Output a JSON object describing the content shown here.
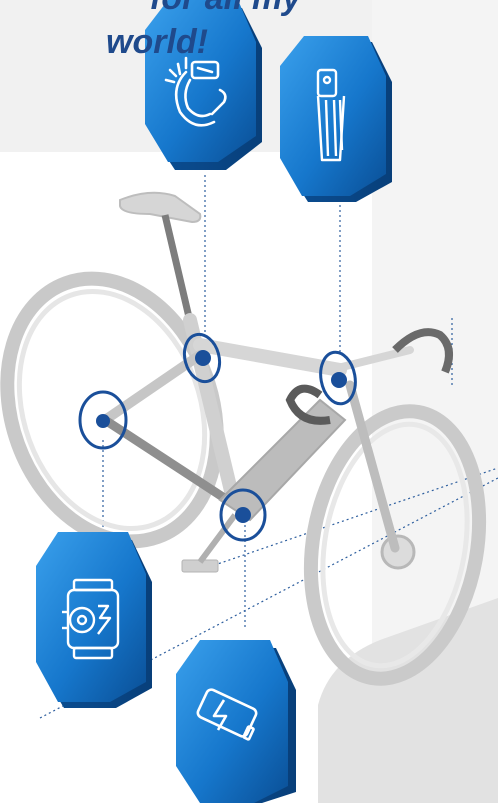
{
  "headline": {
    "line1": "for all my",
    "line2": "world!"
  },
  "colors": {
    "background": "#ffffff",
    "headline_text": "#1f4a8c",
    "panel": "#f1f1f1",
    "hex_dark": "#0d5ca8",
    "hex_light": "#2f8fe0",
    "marker_ring": "#1a4f9a",
    "frame": "#d4d4d4",
    "frame_dark": "#8d8d8d",
    "floor": "#e3e3e3"
  },
  "icons": [
    {
      "name": "frame-lock-icon"
    },
    {
      "name": "folding-lock-icon"
    },
    {
      "name": "hub-motor-icon"
    },
    {
      "name": "battery-icon"
    }
  ],
  "markers": [
    {
      "name": "seat-tube-marker"
    },
    {
      "name": "head-tube-marker"
    },
    {
      "name": "rear-hub-marker"
    },
    {
      "name": "bottom-bracket-marker"
    }
  ]
}
